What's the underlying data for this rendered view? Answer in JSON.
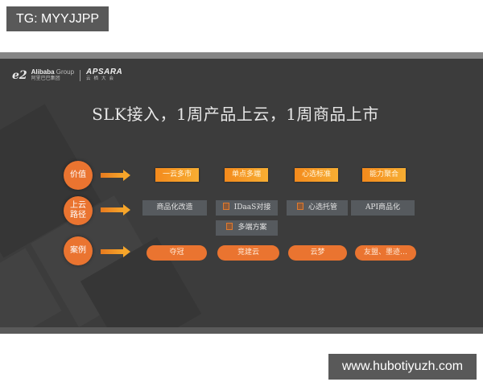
{
  "overlay": {
    "tg_label": "TG: MYYJJPP",
    "watermark": "www.hubotiyuzh.com"
  },
  "slide": {
    "logo": {
      "alibaba_mark": "e2",
      "alibaba_en": "Alibaba",
      "alibaba_group": "Group",
      "alibaba_cn": "阿里巴巴集团",
      "apsara_en": "APSARA",
      "apsara_cn": "云栖大会"
    },
    "title": "SLK接入，1周产品上云，1周商品上市",
    "rows": [
      {
        "label": "价值",
        "items": [
          "一云多市",
          "单点多端",
          "心选标准",
          "能力聚合"
        ]
      },
      {
        "label_line1": "上云",
        "label_line2": "路径",
        "items": [
          "商品化改造",
          "IDaaS对接",
          "多端方案",
          "心选托管",
          "API商品化"
        ]
      },
      {
        "label": "案例",
        "items": [
          "夺冠",
          "竞建云",
          "云梦",
          "友盟、墨迹…"
        ]
      }
    ],
    "colors": {
      "background": "#3c3c3c",
      "accent_orange": "#ea7430",
      "tag_orange_start": "#f48a1c",
      "tag_orange_end": "#f7ae33",
      "tag_grey": "#565a5e"
    }
  }
}
